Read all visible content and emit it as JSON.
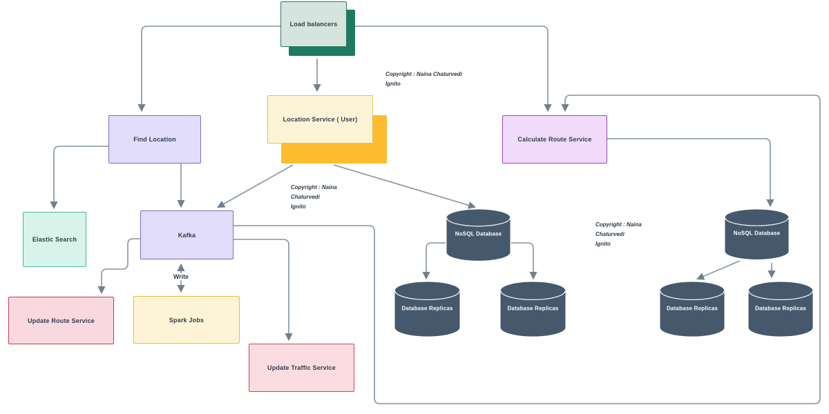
{
  "diagram": {
    "background": "#ffffff",
    "connector_color": "#8293a1",
    "arrowhead_color": "#70808f",
    "nodes": {
      "load_balancers": {
        "label": "Load balancers",
        "fill": "#d6e4de",
        "shadow": "#1f7a62"
      },
      "location_service": {
        "label": "Location Service ( User)",
        "fill": "#fdf4d8",
        "border": "#dfc258",
        "shadow": "#fcbd2e"
      },
      "find_location": {
        "label": "Find Location",
        "fill": "#e1ddfb",
        "border": "#7b6ace"
      },
      "calculate_route_service": {
        "label": "Calculate Route Service",
        "fill": "#f0dbfa",
        "border": "#a43cbe"
      },
      "elastic_search": {
        "label": "Elastic Search",
        "fill": "#d8f3ea",
        "border": "#41b8a5"
      },
      "kafka": {
        "label": "Kafka",
        "fill": "#e1ddfb",
        "border": "#7b6ace"
      },
      "update_route_service": {
        "label": "Update Route Service",
        "fill": "#f9d9df",
        "border": "#c43d55"
      },
      "spark_jobs": {
        "label": "Spark Jobs",
        "fill": "#fdf4d8",
        "border": "#e4be3a"
      },
      "update_traffic_service": {
        "label": "Update Traffic Service",
        "fill": "#fadce1",
        "border": "#d2454f"
      },
      "nosql_database_left": {
        "label": "NoSQL Database",
        "fill": "#46586b"
      },
      "database_replicas_left_1": {
        "label": "Database Replicas",
        "fill": "#46586b"
      },
      "database_replicas_left_2": {
        "label": "Database Replicas",
        "fill": "#46586b"
      },
      "nosql_database_right": {
        "label": "NoSQL Database",
        "fill": "#46586b"
      },
      "database_replicas_right_1": {
        "label": "Database Replicas",
        "fill": "#46586b"
      },
      "database_replicas_right_2": {
        "label": "Database Replicas",
        "fill": "#46586b"
      }
    },
    "edge_labels": {
      "kafka_spark": "Write"
    },
    "copyright_notes": [
      {
        "lines": [
          "Copyright : Naina Chaturvedi",
          "Ignito"
        ]
      },
      {
        "lines": [
          "Copyright : Naina",
          "Chaturvedi",
          "Ignito"
        ]
      },
      {
        "lines": [
          "Copyright : Naina",
          "Chaturvedi",
          "Ignito"
        ]
      }
    ]
  }
}
